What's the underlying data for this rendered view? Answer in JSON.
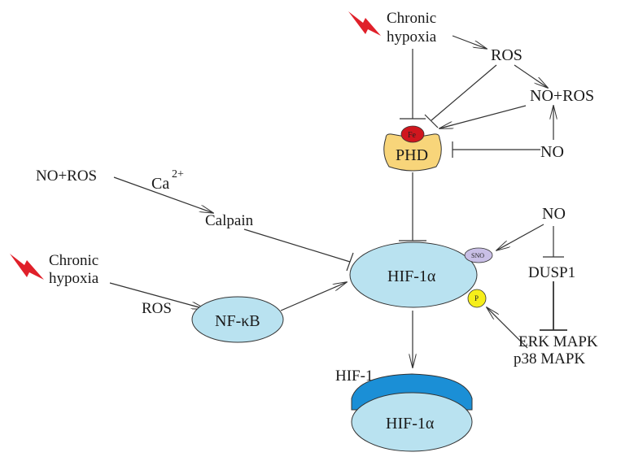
{
  "colors": {
    "node_fill": "#b9e2f0",
    "node_stroke": "#333333",
    "hif_top": "#1b8fd6",
    "phd_fill": "#f8d57a",
    "fe_fill": "#d0161e",
    "sno_fill": "#c9bfe6",
    "p_fill": "#f6ee1a",
    "bolt": "#e0202a"
  },
  "icons": {
    "lightning_top": "lightning-bolt-icon",
    "lightning_left": "lightning-bolt-icon"
  },
  "labels": {
    "chronic_top_1": "Chronic",
    "chronic_top_2": "hypoxia",
    "ros_top": "ROS",
    "no_ros_right": "NO+ROS",
    "no_right": "NO",
    "phd": "PHD",
    "fe": "Fe",
    "no_ros_left": "NO+ROS",
    "ca": "Ca",
    "ca_sup": "2+",
    "calpain": "Calpain",
    "chronic_left_1": "Chronic",
    "chronic_left_2": "hypoxia",
    "ros_left": "ROS",
    "nfkb": "NF-κB",
    "hif1a": "HIF-1α",
    "sno": "SNO",
    "p": "P",
    "no_mid": "NO",
    "dusp1": "DUSP1",
    "erk": "ERK MAPK",
    "p38": "p38 MAPK",
    "hif1": "HIF-1",
    "hif1a_bottom": "HIF-1α"
  }
}
